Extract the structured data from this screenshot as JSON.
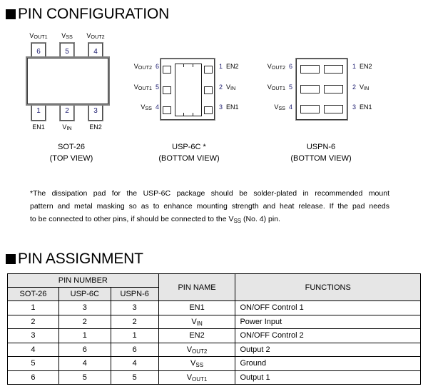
{
  "sections": {
    "pin_configuration": {
      "title": "PIN CONFIGURATION"
    },
    "pin_assignment": {
      "title": "PIN ASSIGNMENT"
    }
  },
  "packages": {
    "sot26": {
      "caption_name": "SOT-26",
      "caption_view": "(TOP VIEW)",
      "top_pins": [
        {
          "number": "6",
          "label_v": "V",
          "label_sub": "OUT1"
        },
        {
          "number": "5",
          "label_v": "V",
          "label_sub": "SS"
        },
        {
          "number": "4",
          "label_v": "V",
          "label_sub": "OUT2"
        }
      ],
      "bottom_pins": [
        {
          "number": "1",
          "label": "EN1"
        },
        {
          "number": "2",
          "label_v": "V",
          "label_sub": "IN"
        },
        {
          "number": "3",
          "label": "EN2"
        }
      ]
    },
    "usp6c": {
      "caption_name": "USP-6C *",
      "caption_view": "(BOTTOM VIEW)",
      "left_pins": [
        {
          "label_v": "V",
          "label_sub": "OUT2",
          "number": "6"
        },
        {
          "label_v": "V",
          "label_sub": "OUT1",
          "number": "5"
        },
        {
          "label_v": "V",
          "label_sub": "SS",
          "number": "4"
        }
      ],
      "right_pins": [
        {
          "number": "1",
          "label": "EN2"
        },
        {
          "number": "2",
          "label_v": "V",
          "label_sub": "IN"
        },
        {
          "number": "3",
          "label": "EN1"
        }
      ]
    },
    "uspn6": {
      "caption_name": "USPN-6",
      "caption_view": "(BOTTOM VIEW)",
      "left_pins": [
        {
          "label_v": "V",
          "label_sub": "OUT2",
          "number": "6"
        },
        {
          "label_v": "V",
          "label_sub": "OUT1",
          "number": "5"
        },
        {
          "label_v": "V",
          "label_sub": "SS",
          "number": "4"
        }
      ],
      "right_pins": [
        {
          "number": "1",
          "label": "EN2"
        },
        {
          "number": "2",
          "label_v": "V",
          "label_sub": "IN"
        },
        {
          "number": "3",
          "label": "EN1"
        }
      ]
    }
  },
  "footnote": {
    "line1": "*The dissipation pad for the USP-6C package should be solder-plated in recommended mount",
    "line2": "pattern and metal masking so as to enhance mounting strength and heat release.    If the pad needs",
    "line3_a": "to be connected to other pins, if should be connected to the V",
    "line3_sub": "SS",
    "line3_b": " (No. 4) pin."
  },
  "pin_table": {
    "group_header": "PIN NUMBER",
    "headers": {
      "sot26": "SOT-26",
      "usp6c": "USP-6C",
      "uspn6": "USPN-6",
      "pin_name": "PIN NAME",
      "functions": "FUNCTIONS"
    },
    "rows": [
      {
        "sot26": "1",
        "usp6c": "3",
        "uspn6": "3",
        "name": "EN1",
        "name_sub": "",
        "function": "ON/OFF Control 1"
      },
      {
        "sot26": "2",
        "usp6c": "2",
        "uspn6": "2",
        "name": "V",
        "name_sub": "IN",
        "function": "Power Input"
      },
      {
        "sot26": "3",
        "usp6c": "1",
        "uspn6": "1",
        "name": "EN2",
        "name_sub": "",
        "function": "ON/OFF Control 2"
      },
      {
        "sot26": "4",
        "usp6c": "6",
        "uspn6": "6",
        "name": "V",
        "name_sub": "OUT2",
        "function": "Output 2"
      },
      {
        "sot26": "5",
        "usp6c": "4",
        "uspn6": "4",
        "name": "V",
        "name_sub": "SS",
        "function": "Ground"
      },
      {
        "sot26": "6",
        "usp6c": "5",
        "uspn6": "5",
        "name": "V",
        "name_sub": "OUT1",
        "function": "Output 1"
      }
    ]
  },
  "colors": {
    "text": "#000000",
    "pin_number": "#1a1a6e",
    "table_header_bg": "#e6e6e6",
    "outline_gray": "#808080"
  }
}
